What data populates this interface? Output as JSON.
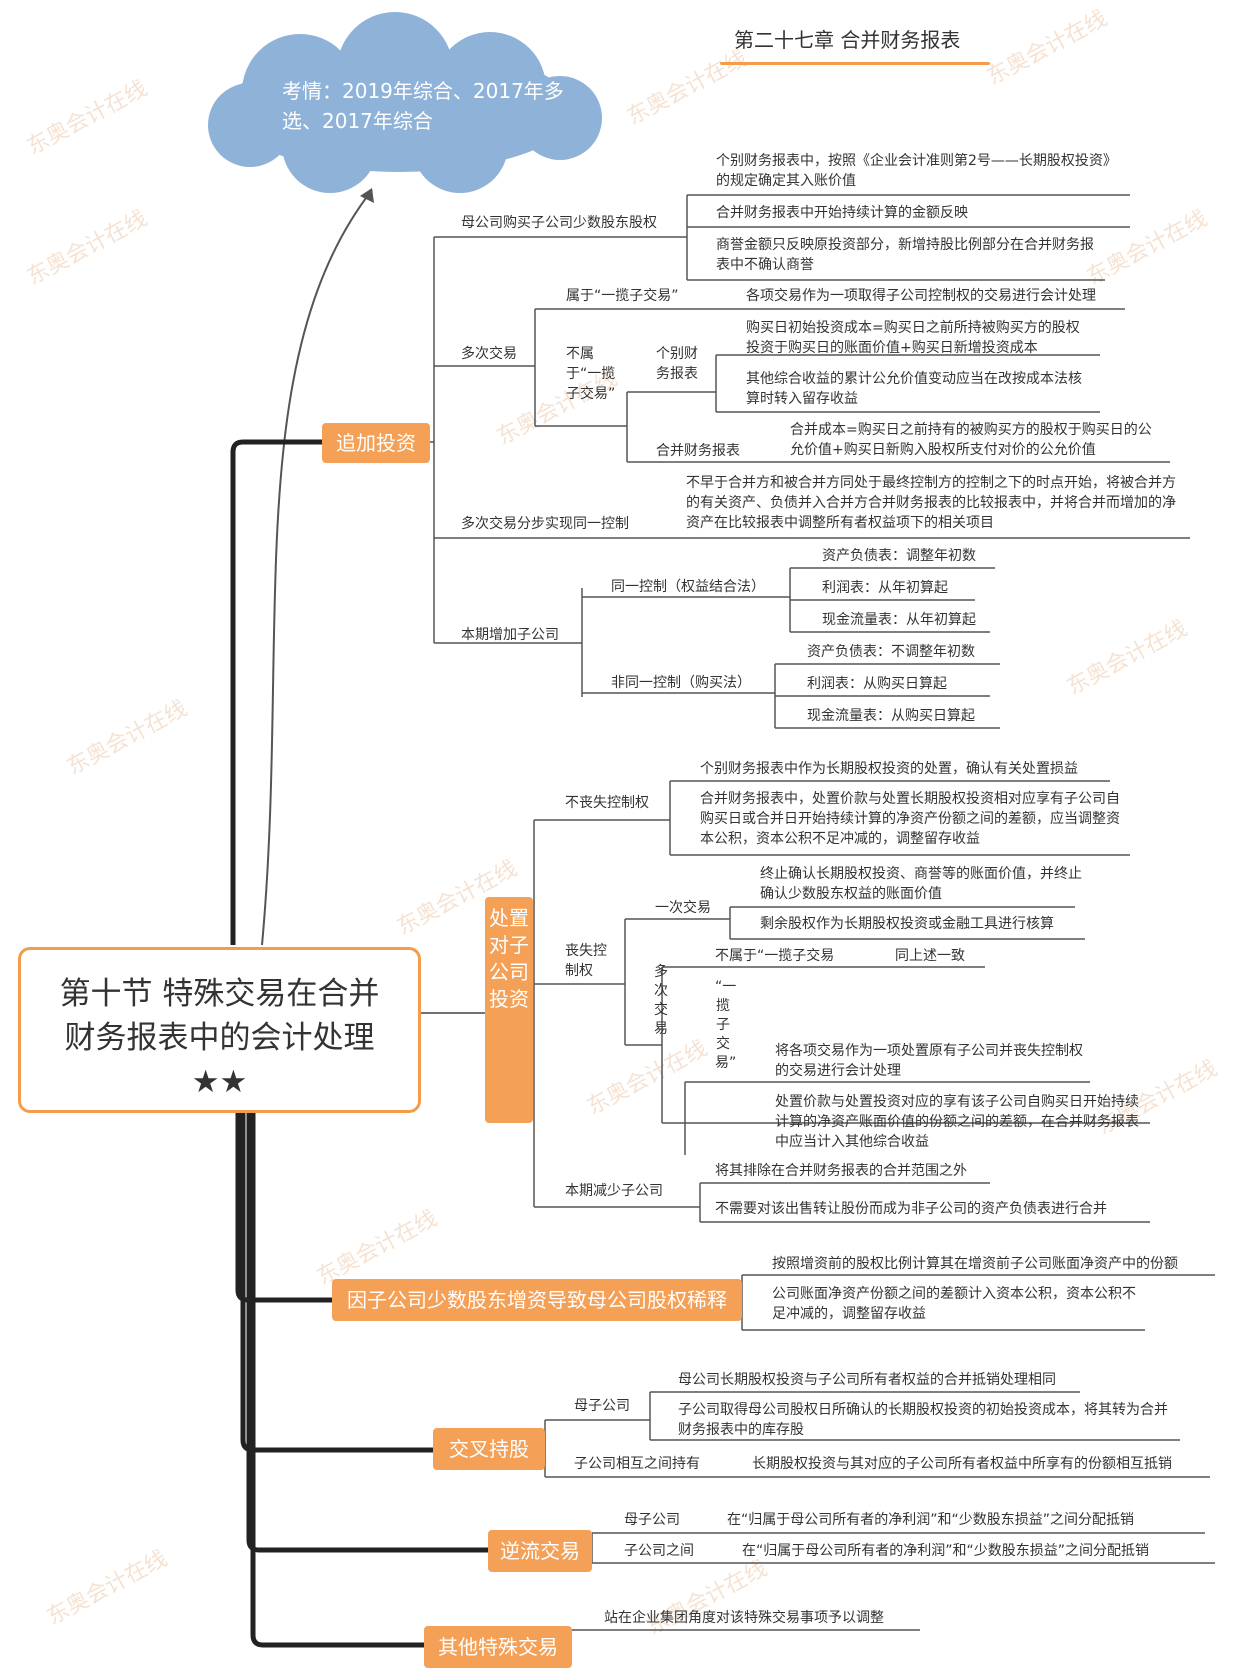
{
  "header": {
    "title": "第二十七章 合并财务报表"
  },
  "cloud": {
    "text": "考情：2019年综合、2017年多选、2017年综合"
  },
  "main_topic": {
    "line1": "第十节 特殊交易在合并",
    "line2": "财务报表中的会计处理",
    "stars": "★★"
  },
  "watermark": {
    "text": "东奥会计在线"
  },
  "b1": {
    "label": "追加投资",
    "minority": {
      "label": "母公司购买子公司少数股东股权",
      "items": [
        "个别财务报表中，按照《企业会计准则第2号——长期股权投资》的规定确定其入账价值",
        "合并财务报表中开始持续计算的金额反映",
        "商誉金额只反映原投资部分，新增持股比例部分在合并财务报表中不确认商誉"
      ]
    },
    "multi": {
      "label": "多次交易",
      "package": {
        "label": "属于“一揽子交易”",
        "item": "各项交易作为一项取得子公司控制权的交易进行会计处理"
      },
      "nonpackage": {
        "label": "不属于“一揽子交易”",
        "separate": {
          "label": "个别财务报表",
          "items": [
            "购买日初始投资成本=购买日之前所持被购买方的股权投资于购买日的账面价值+购买日新增投资成本",
            "其他综合收益的累计公允价值变动应当在改按成本法核算时转入留存收益"
          ]
        },
        "consolidated": {
          "label": "合并财务报表",
          "item": "合并成本=购买日之前持有的被购买方的股权于购买日的公允价值+购买日新购入股权所支付对价的公允价值"
        }
      }
    },
    "stepwise": {
      "label": "多次交易分步实现同一控制",
      "item": "不早于合并方和被合并方同处于最终控制方的控制之下的时点开始，将被合并方的有关资产、负债并入合并方合并财务报表的比较报表中，并将合并而增加的净资产在比较报表中调整所有者权益项下的相关项目"
    },
    "newsub": {
      "label": "本期增加子公司",
      "same": {
        "label": "同一控制（权益结合法）",
        "items": [
          "资产负债表：调整年初数",
          "利润表：从年初算起",
          "现金流量表：从年初算起"
        ]
      },
      "nonsame": {
        "label": "非同一控制（购买法）",
        "items": [
          "资产负债表：不调整年初数",
          "利润表：从购买日算起",
          "现金流量表：从购买日算起"
        ]
      }
    }
  },
  "b2": {
    "label": "处置对子公司投资",
    "keep": {
      "label": "不丧失控制权",
      "items": [
        "个别财务报表中作为长期股权投资的处置，确认有关处置损益",
        "合并财务报表中，处置价款与处置长期股权投资相对应享有子公司自购买日或合并日开始持续计算的净资产份额之间的差额，应当调整资本公积，资本公积不足冲减的，调整留存收益"
      ]
    },
    "lose": {
      "label": "丧失控制权",
      "single": {
        "label": "一次交易",
        "items": [
          "终止确认长期股权投资、商誉等的账面价值，并终止确认少数股东权益的账面价值",
          "剩余股权作为长期股权投资或金融工具进行核算"
        ]
      },
      "multiple": {
        "label": "多次交易",
        "nonpackage": {
          "label": "不属于“一揽子交易",
          "item": "同上述一致"
        },
        "package": {
          "label": "“一揽子交易”",
          "items": [
            "将各项交易作为一项处置原有子公司并丧失控制权的交易进行会计处理",
            "处置价款与处置投资对应的享有该子公司自购买日开始持续计算的净资产账面价值的份额之间的差额，在合并财务报表中应当计入其他综合收益"
          ]
        }
      }
    },
    "reduce": {
      "label": "本期减少子公司",
      "items": [
        "将其排除在合并财务报表的合并范围之外",
        "不需要对该出售转让股份而成为非子公司的资产负债表进行合并"
      ]
    }
  },
  "b3": {
    "label": "因子公司少数股东增资导致母公司股权稀释",
    "items": [
      "按照增资前的股权比例计算其在增资前子公司账面净资产中的份额",
      "公司账面净资产份额之间的差额计入资本公积，资本公积不足冲减的，调整留存收益"
    ]
  },
  "b4": {
    "label": "交叉持股",
    "parent": {
      "label": "母子公司",
      "items": [
        "母公司长期股权投资与子公司所有者权益的合并抵销处理相同",
        "子公司取得母公司股权日所确认的长期股权投资的初始投资成本，将其转为合并财务报表中的库存股"
      ]
    },
    "mutual": {
      "label": "子公司相互之间持有",
      "item": "长期股权投资与其对应的子公司所有者权益中所享有的份额相互抵销"
    }
  },
  "b5": {
    "label": "逆流交易",
    "rows": [
      {
        "label": "母子公司",
        "item": "在“归属于母公司所有者的净利润”和“少数股东损益”之间分配抵销"
      },
      {
        "label": "子公司之间",
        "item": "在“归属于母公司所有者的净利润”和“少数股东损益”之间分配抵销"
      }
    ]
  },
  "b6": {
    "label": "其他特殊交易",
    "item": "站在企业集团角度对该特殊交易事项予以调整"
  },
  "colors": {
    "orange": "#f5a057",
    "orange_border": "#f39c4a",
    "cloud": "#8fb2d9",
    "line_dark": "#222222",
    "line_light": "#999999"
  }
}
